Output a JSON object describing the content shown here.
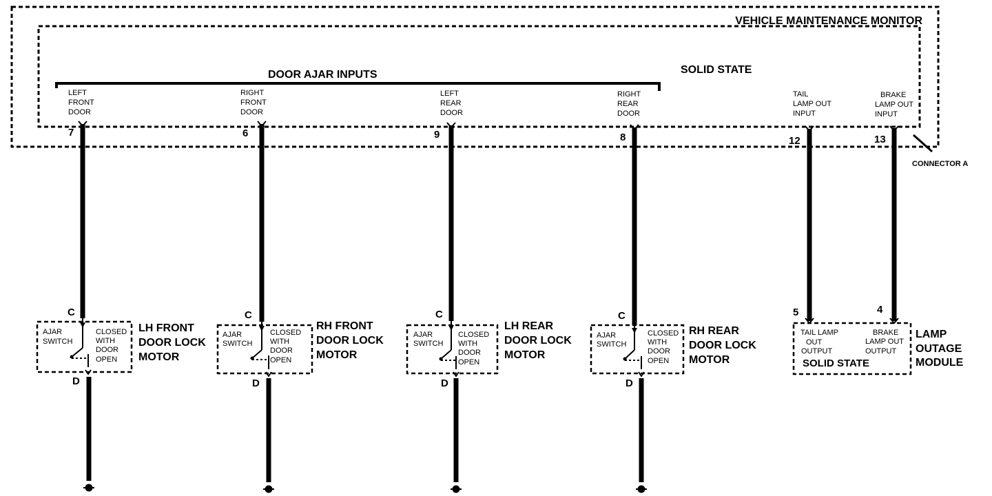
{
  "module": {
    "title": "VEHICLE MAINTENANCE MONITOR",
    "solid_state": "SOLID STATE",
    "group_label": "DOOR AJAR INPUTS",
    "connector": "CONNECTOR A"
  },
  "inputs": [
    {
      "lines": [
        "LEFT",
        "FRONT",
        "DOOR"
      ],
      "pin": "7"
    },
    {
      "lines": [
        "RIGHT",
        "FRONT",
        "DOOR"
      ],
      "pin": "6"
    },
    {
      "lines": [
        "LEFT",
        "REAR",
        "DOOR"
      ],
      "pin": "9"
    },
    {
      "lines": [
        "RIGHT",
        "REAR",
        "DOOR"
      ],
      "pin": "8"
    },
    {
      "lines": [
        "TAIL",
        "LAMP OUT",
        "INPUT"
      ],
      "pin": "12"
    },
    {
      "lines": [
        "BRAKE",
        "LAMP OUT",
        "INPUT"
      ],
      "pin": "13"
    }
  ],
  "door_motors": [
    {
      "name": [
        "LH FRONT",
        "DOOR LOCK",
        "MOTOR"
      ],
      "pin_top": "C",
      "pin_bottom": "D",
      "switch": [
        "AJAR",
        "SWITCH"
      ],
      "state": [
        "CLOSED",
        "WITH",
        "DOOR",
        "OPEN"
      ]
    },
    {
      "name": [
        "RH FRONT",
        "DOOR LOCK",
        "MOTOR"
      ],
      "pin_top": "C",
      "pin_bottom": "D",
      "switch": [
        "AJAR",
        "SWITCH"
      ],
      "state": [
        "CLOSED",
        "WITH",
        "DOOR",
        "OPEN"
      ]
    },
    {
      "name": [
        "LH REAR",
        "DOOR LOCK",
        "MOTOR"
      ],
      "pin_top": "C",
      "pin_bottom": "D",
      "switch": [
        "AJAR",
        "SWITCH"
      ],
      "state": [
        "CLOSED",
        "WITH",
        "DOOR",
        "OPEN"
      ]
    },
    {
      "name": [
        "RH REAR",
        "DOOR LOCK",
        "MOTOR"
      ],
      "pin_top": "C",
      "pin_bottom": "D",
      "switch": [
        "AJAR",
        "SWITCH"
      ],
      "state": [
        "CLOSED",
        "WITH",
        "DOOR",
        "OPEN"
      ]
    }
  ],
  "lamp_module": {
    "name": [
      "LAMP",
      "OUTAGE",
      "MODULE"
    ],
    "tail": [
      "TAIL LAMP",
      "OUT",
      "OUTPUT"
    ],
    "brake": [
      "BRAKE",
      "LAMP OUT",
      "OUTPUT"
    ],
    "solid_state": "SOLID STATE",
    "pin_tail": "5",
    "pin_brake": "4"
  }
}
